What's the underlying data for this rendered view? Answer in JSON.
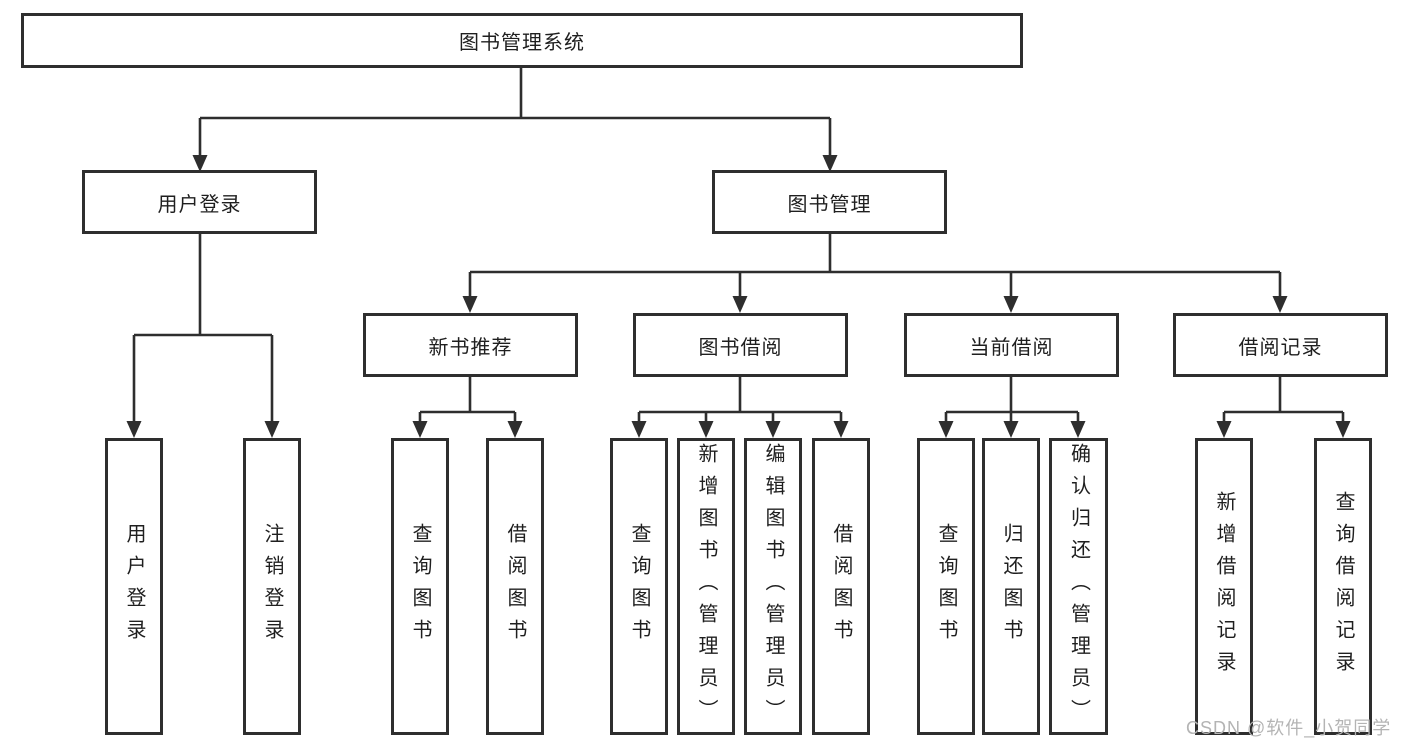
{
  "diagram": {
    "root": {
      "id": "library-management-system",
      "label": "图书管理系统"
    },
    "level2": [
      {
        "id": "user-login",
        "label": "用户登录",
        "parent": "图书管理系统"
      },
      {
        "id": "book-management",
        "label": "图书管理",
        "parent": "图书管理系统"
      }
    ],
    "level3": [
      {
        "id": "new-book-recommendation",
        "label": "新书推荐",
        "parent": "图书管理"
      },
      {
        "id": "book-borrowing",
        "label": "图书借阅",
        "parent": "图书管理"
      },
      {
        "id": "current-borrowing",
        "label": "当前借阅",
        "parent": "图书管理"
      },
      {
        "id": "borrowing-records",
        "label": "借阅记录",
        "parent": "图书管理"
      }
    ],
    "leaves": [
      {
        "id": "user-login-action",
        "label": "用户登录",
        "parent": "用户登录"
      },
      {
        "id": "logout-action",
        "label": "注销登录",
        "parent": "用户登录"
      },
      {
        "id": "query-books-recommend",
        "label": "查询图书",
        "parent": "新书推荐"
      },
      {
        "id": "borrow-books-recommend",
        "label": "借阅图书",
        "parent": "新书推荐"
      },
      {
        "id": "query-books-borrowing",
        "label": "查询图书",
        "parent": "图书借阅"
      },
      {
        "id": "add-books-admin",
        "label": "新增图书（管理员）",
        "parent": "图书借阅"
      },
      {
        "id": "edit-books-admin",
        "label": "编辑图书（管理员）",
        "parent": "图书借阅"
      },
      {
        "id": "borrow-books",
        "label": "借阅图书",
        "parent": "图书借阅"
      },
      {
        "id": "query-books-current",
        "label": "查询图书",
        "parent": "当前借阅"
      },
      {
        "id": "return-books",
        "label": "归还图书",
        "parent": "当前借阅"
      },
      {
        "id": "confirm-return-admin",
        "label": "确认归还（管理员）",
        "parent": "当前借阅"
      },
      {
        "id": "add-borrowing-record",
        "label": "新增借阅记录",
        "parent": "借阅记录"
      },
      {
        "id": "query-borrowing-record",
        "label": "查询借阅记录",
        "parent": "借阅记录"
      }
    ]
  },
  "watermark": {
    "text": "CSDN @软件_小贺同学"
  },
  "colors": {
    "line": "#2e2e2e",
    "text": "#1f1f1f",
    "background": "#ffffff",
    "watermark": "#b4b4b4"
  }
}
